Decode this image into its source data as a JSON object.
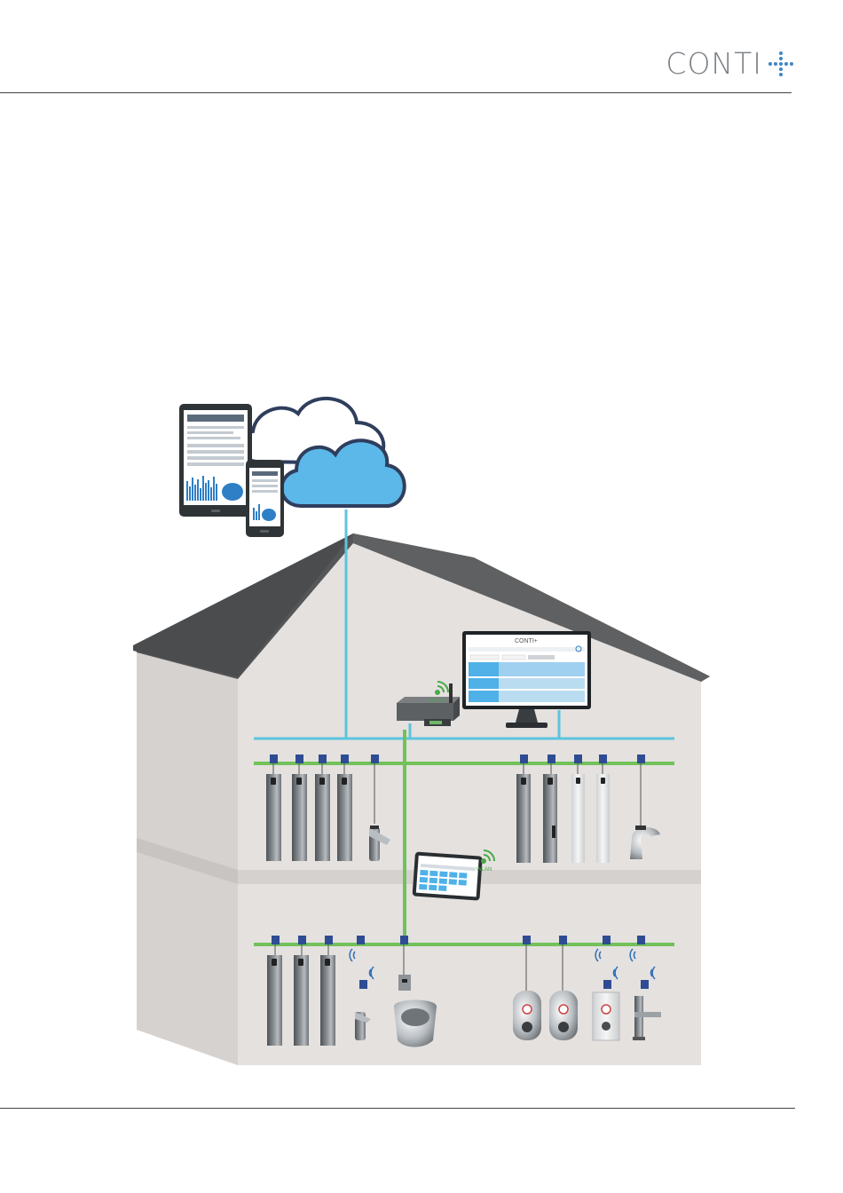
{
  "brand": {
    "logo_text": "CONTI",
    "color_gray": "#7a7f85",
    "color_blue": "#3d86c6"
  },
  "diagram": {
    "wlan_label": "WLAN",
    "screen_logo_text": "CONTI+",
    "colors": {
      "lan_line": "#5dc4dd",
      "bus_line": "#72c15a",
      "house_fill": "#e4e1df",
      "roof": "#555658",
      "cloud_outline": "#2f3e5d",
      "cloud_fill": "#5cb8e8",
      "wlan": "#4aa84a"
    }
  }
}
